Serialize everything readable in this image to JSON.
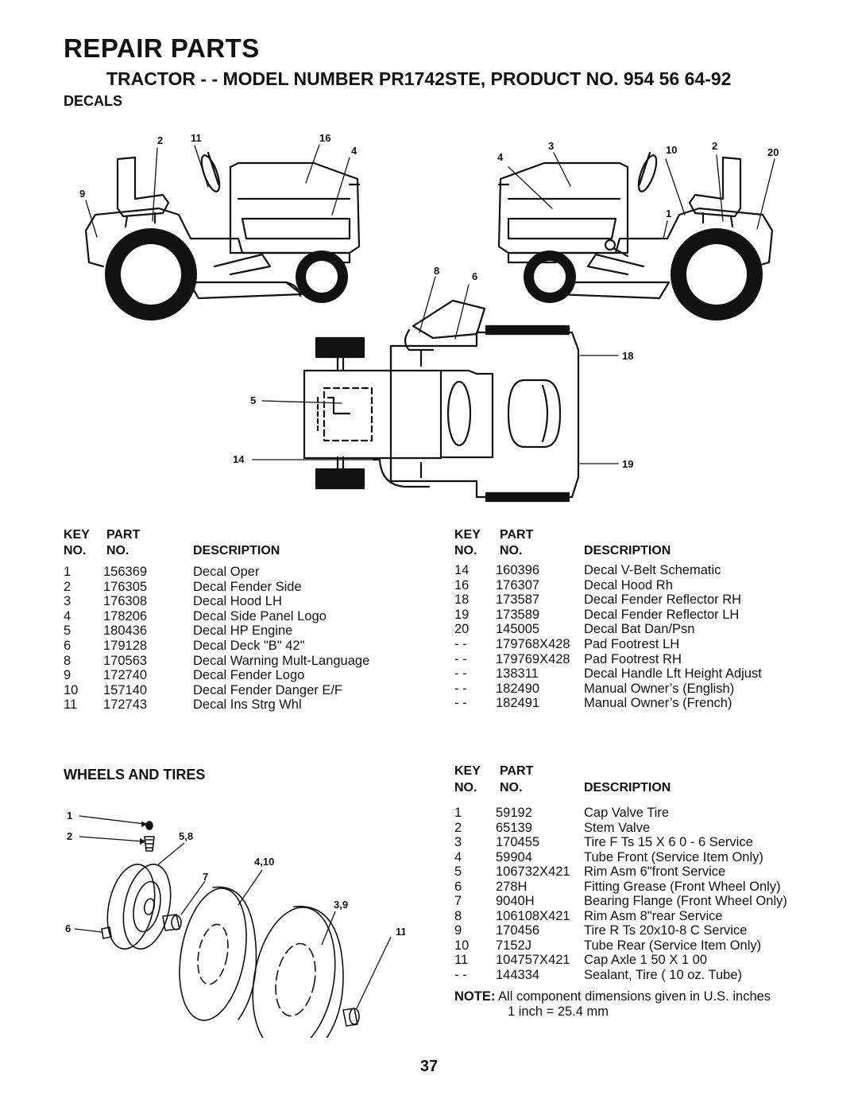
{
  "page": {
    "title": "REPAIR PARTS",
    "subtitle": "TRACTOR - - MODEL NUMBER PR1742STE, PRODUCT NO. 954 56 64-92",
    "page_number": "37"
  },
  "decals": {
    "heading": "DECALS",
    "callouts": {
      "left_side": [
        "2",
        "11",
        "16",
        "4",
        "9"
      ],
      "right_side": [
        "4",
        "3",
        "10",
        "2",
        "20",
        "1"
      ],
      "top_view": [
        "8",
        "6",
        "18",
        "5",
        "14",
        "19"
      ]
    },
    "table_headers": {
      "key": "KEY",
      "no1": "NO.",
      "part": "PART",
      "no2": "NO.",
      "description": "DESCRIPTION"
    },
    "left_rows": [
      {
        "key": "1",
        "part": "156369",
        "desc": "Decal Oper"
      },
      {
        "key": "2",
        "part": "176305",
        "desc": "Decal Fender Side"
      },
      {
        "key": "3",
        "part": "176308",
        "desc": "Decal Hood LH"
      },
      {
        "key": "4",
        "part": "178206",
        "desc": "Decal Side Panel Logo"
      },
      {
        "key": "5",
        "part": "180436",
        "desc": "Decal HP Engine"
      },
      {
        "key": "6",
        "part": "179128",
        "desc": "Decal Deck \"B\" 42\""
      },
      {
        "key": "8",
        "part": "170563",
        "desc": "Decal Warning Mult-Language"
      },
      {
        "key": "9",
        "part": "172740",
        "desc": "Decal Fender Logo"
      },
      {
        "key": "10",
        "part": "157140",
        "desc": "Decal Fender Danger E/F"
      },
      {
        "key": "11",
        "part": "172743",
        "desc": "Decal Ins Strg Whl"
      }
    ],
    "right_rows": [
      {
        "key": "14",
        "part": "160396",
        "desc": "Decal V-Belt  Schematic"
      },
      {
        "key": "16",
        "part": "176307",
        "desc": "Decal Hood Rh"
      },
      {
        "key": "18",
        "part": "173587",
        "desc": "Decal Fender Reflector RH"
      },
      {
        "key": "19",
        "part": "173589",
        "desc": "Decal Fender Reflector LH"
      },
      {
        "key": "20",
        "part": "145005",
        "desc": "Decal Bat Dan/Psn"
      },
      {
        "key": "- -",
        "part": "179768X428",
        "desc": "Pad Footrest LH"
      },
      {
        "key": "- -",
        "part": "179769X428",
        "desc": "Pad Footrest RH"
      },
      {
        "key": "- -",
        "part": "138311",
        "desc": "Decal Handle Lft Height Adjust"
      },
      {
        "key": "- -",
        "part": "182490",
        "desc": "Manual Owner’s (English)"
      },
      {
        "key": "- -",
        "part": "182491",
        "desc": "Manual Owner’s (French)"
      }
    ]
  },
  "wheels": {
    "heading": "WHEELS AND TIRES",
    "callouts": [
      "1",
      "2",
      "5,8",
      "4,10",
      "7",
      "3,9",
      "6",
      "11"
    ],
    "rows": [
      {
        "key": "1",
        "part": "59192",
        "desc": "Cap Valve Tire"
      },
      {
        "key": "2",
        "part": "65139",
        "desc": "Stem Valve"
      },
      {
        "key": "3",
        "part": "170455",
        "desc": "Tire F Ts 15 X 6 0 - 6 Service"
      },
      {
        "key": "4",
        "part": "59904",
        "desc": "Tube Front (Service Item Only)"
      },
      {
        "key": "5",
        "part": "106732X421",
        "desc": "Rim Asm 6\"front Service"
      },
      {
        "key": "6",
        "part": "278H",
        "desc": "Fitting Grease (Front Wheel Only)"
      },
      {
        "key": "7",
        "part": "9040H",
        "desc": "Bearing Flange (Front Wheel Only)"
      },
      {
        "key": "8",
        "part": "106108X421",
        "desc": "Rim Asm 8\"rear Service"
      },
      {
        "key": "9",
        "part": "170456",
        "desc": "Tire R Ts 20x10-8 C Service"
      },
      {
        "key": "10",
        "part": "7152J",
        "desc": "Tube Rear (Service Item Only)"
      },
      {
        "key": "11",
        "part": "104757X421",
        "desc": "Cap Axle 1 50 X 1 00"
      },
      {
        "key": "- -",
        "part": "144334",
        "desc": "Sealant, Tire ( 10 oz. Tube)"
      }
    ],
    "note_label": "NOTE:",
    "note_text": "All component dimensions given in U.S. inches",
    "note_text2": "1 inch = 25.4 mm"
  }
}
